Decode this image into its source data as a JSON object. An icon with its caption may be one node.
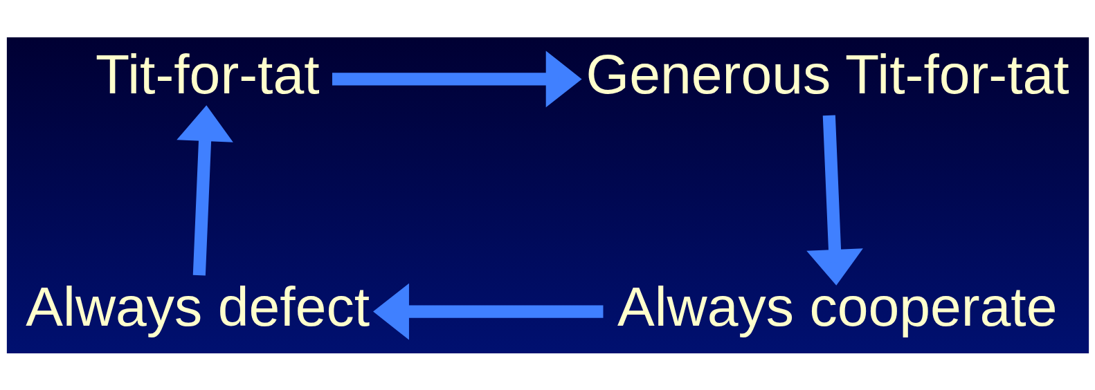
{
  "diagram": {
    "nodes": [
      {
        "text": [
          "Tit-for-tat"
        ]
      },
      {
        "text": [
          "Generous Tit-for-tat"
        ]
      },
      {
        "text": [
          "Always cooperate"
        ]
      },
      {
        "text": [
          "Always defect"
        ]
      }
    ],
    "edges": [
      {
        "from": 0,
        "to": 1,
        "arrow": "to"
      },
      {
        "from": 1,
        "to": 2,
        "arrow": "to"
      },
      {
        "from": 2,
        "to": 3,
        "arrow": "to"
      },
      {
        "from": 3,
        "to": 0,
        "arrow": "to"
      }
    ]
  }
}
